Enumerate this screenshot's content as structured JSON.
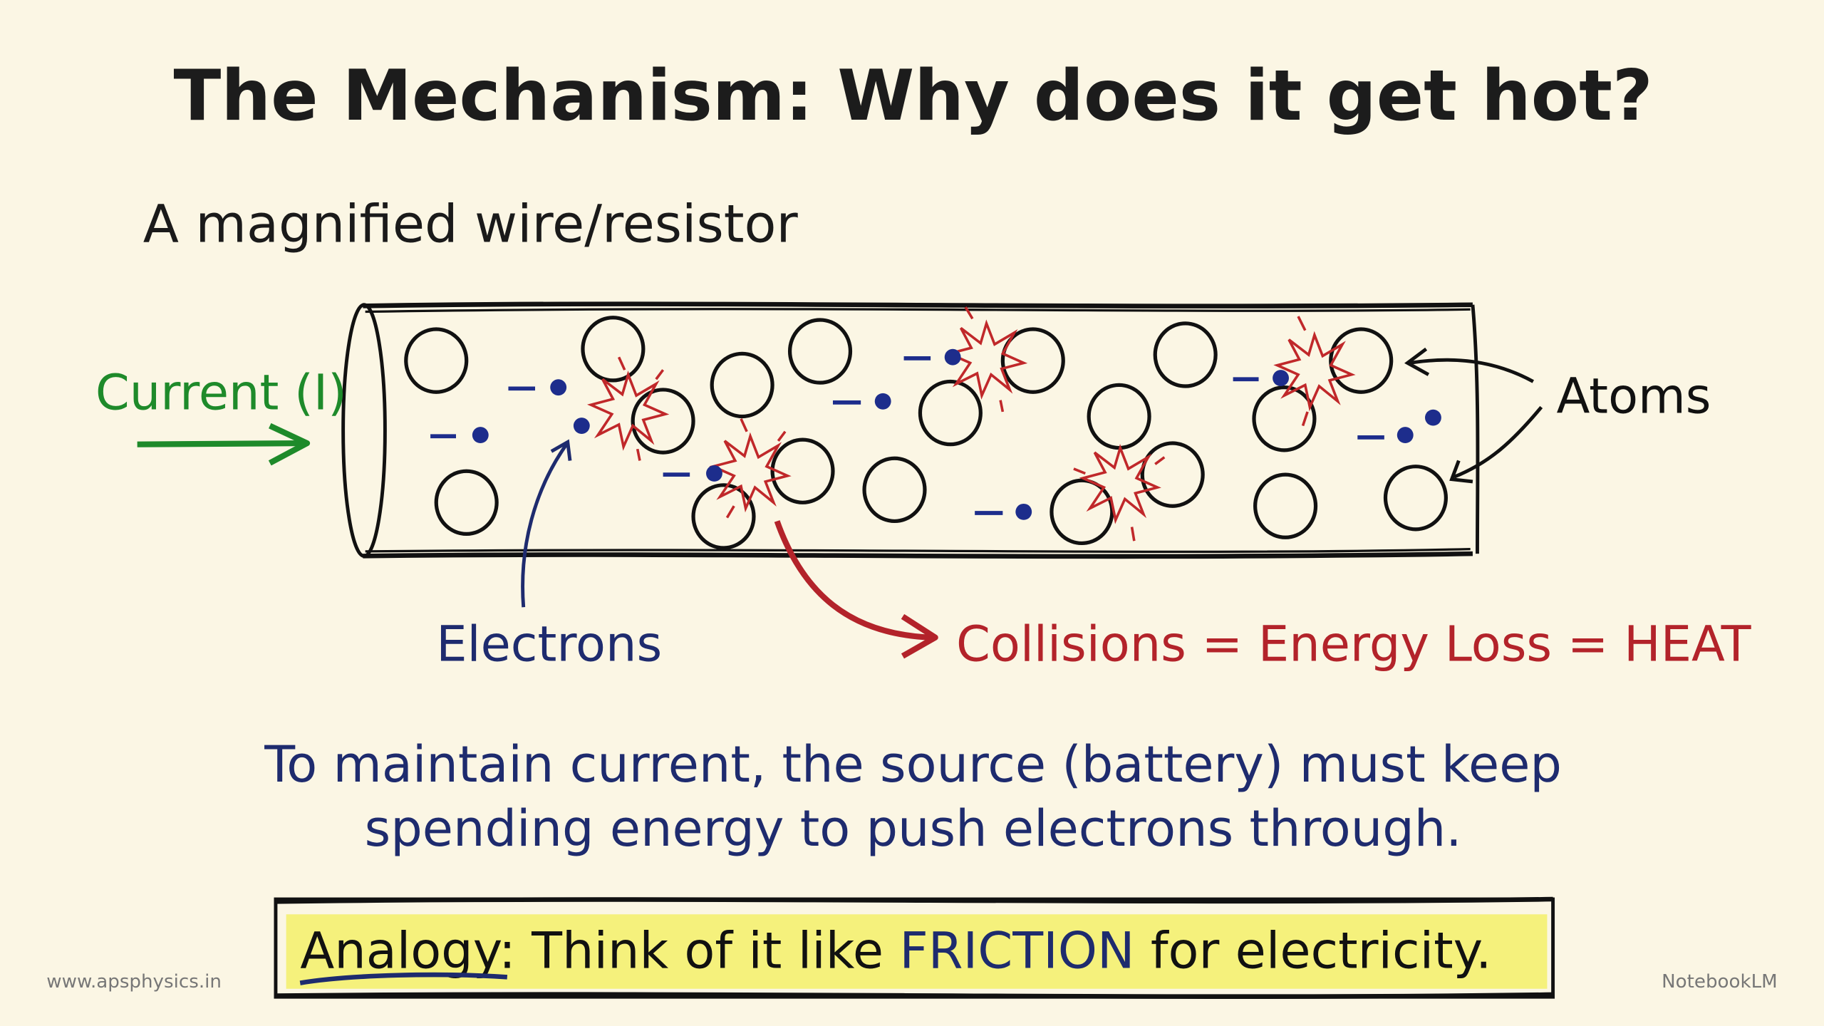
{
  "title": "The Mechanism: Why does it get hot?",
  "subtitle": "A magnified wire/resistor",
  "labels": {
    "current": "Current (I)",
    "atoms": "Atoms",
    "electrons": "Electrons",
    "collisions": "Collisions = Energy Loss = HEAT"
  },
  "explanation": {
    "line1": "To maintain current, the source (battery) must keep",
    "line2": "spending energy to push electrons through."
  },
  "analogy": {
    "prefix": "Analogy:",
    "middle": " Think of it like ",
    "highlight": "FRICTION",
    "suffix": " for electricity."
  },
  "footer": {
    "left": "www.apsphysics.in",
    "right": "NotebookLM"
  },
  "colors": {
    "background": "#fbf6e4",
    "current": "#1e8a2a",
    "electrons": "#1e2b6e",
    "collisions": "#b3232a",
    "highlight": "#f3f06a"
  }
}
